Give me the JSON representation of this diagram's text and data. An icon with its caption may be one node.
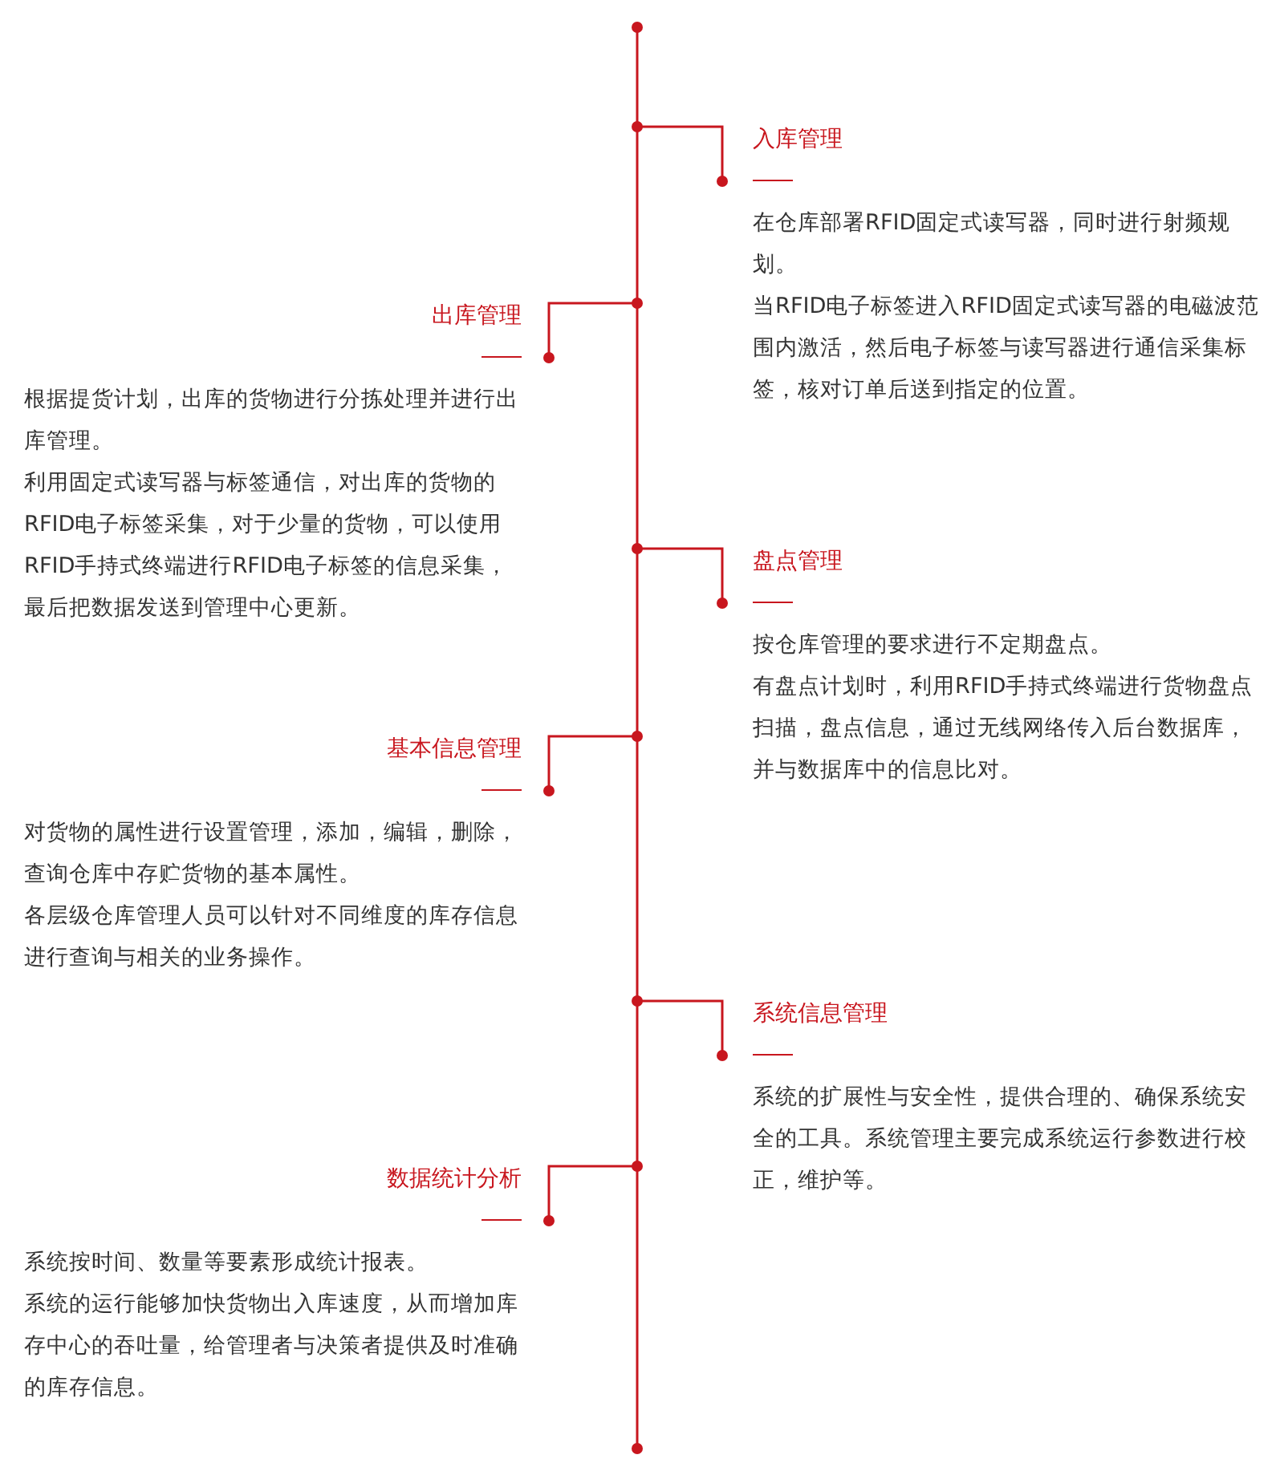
{
  "diagram": {
    "nodes": [
      {
        "text": [
          "入库管理",
          "在仓库部署RFID固定式读写器，同时进行射频规划。",
          "当RFID电子标签进入RFID固定式读写器的电磁波范围内激活，然后电子标签与读写器进行通信采集标签，核对订单后送到指定的位置。"
        ]
      },
      {
        "text": [
          "出库管理",
          "根据提货计划，出库的货物进行分拣处理并进行出库管理。",
          "利用固定式读写器与标签通信，对出库的货物的RFID电子标签采集，对于少量的货物，可以使用RFID手持式终端进行RFID电子标签的信息采集，最后把数据发送到管理中心更新。"
        ]
      },
      {
        "text": [
          "盘点管理",
          "按仓库管理的要求进行不定期盘点。",
          "有盘点计划时，利用RFID手持式终端进行货物盘点扫描，盘点信息，通过无线网络传入后台数据库，并与数据库中的信息比对。"
        ]
      },
      {
        "text": [
          "基本信息管理",
          "对货物的属性进行设置管理，添加，编辑，删除，查询仓库中存贮货物的基本属性。",
          "各层级仓库管理人员可以针对不同维度的库存信息进行查询与相关的业务操作。"
        ]
      },
      {
        "text": [
          "系统信息管理",
          "系统的扩展性与安全性，提供合理的、确保系统安全的工具。系统管理主要完成系统运行参数进行校正，维护等。"
        ]
      },
      {
        "text": [
          "数据统计分析",
          "系统按时间、数量等要素形成统计报表。",
          "系统的运行能够加快货物出入库速度，从而增加库存中心的吞吐量，给管理者与决策者提供及时准确的库存信息。"
        ]
      }
    ],
    "edges": [
      {
        "from": null,
        "to": 0,
        "arrow": "other"
      },
      {
        "from": null,
        "to": 1,
        "arrow": "other"
      },
      {
        "from": null,
        "to": 2,
        "arrow": "other"
      },
      {
        "from": null,
        "to": 3,
        "arrow": "other"
      },
      {
        "from": null,
        "to": 4,
        "arrow": "other"
      },
      {
        "from": null,
        "to": 5,
        "arrow": "other"
      }
    ]
  }
}
